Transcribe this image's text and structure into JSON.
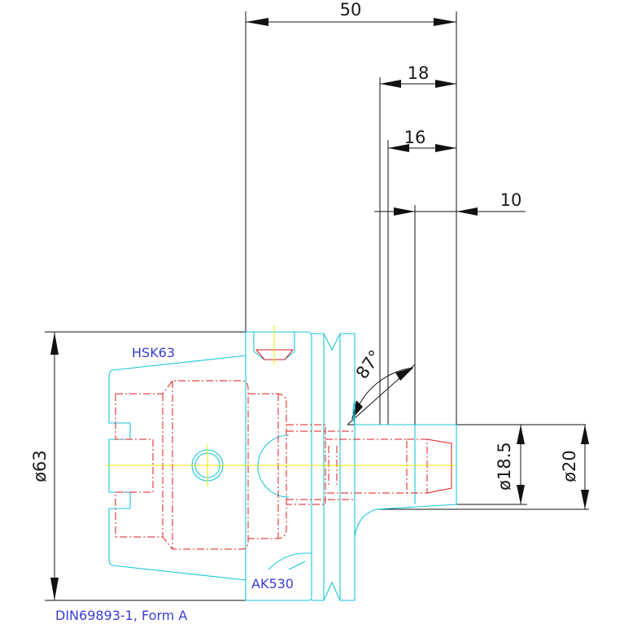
{
  "dimensions": {
    "length_50": "50",
    "length_18": "18",
    "length_16": "16",
    "length_10": "10",
    "angle": "87°",
    "dia_63": "ø63",
    "dia_18_5": "ø18.5",
    "dia_20": "ø20"
  },
  "labels": {
    "interface": "HSK63",
    "model": "AK530",
    "standard": "DIN69893-1, Form A"
  },
  "colors": {
    "dimension_lines": "#111111",
    "outline": "#18c6d8",
    "hidden_lines": "#e01818",
    "centerline": "#e8e800",
    "text_labels": "#3b3bd6"
  }
}
